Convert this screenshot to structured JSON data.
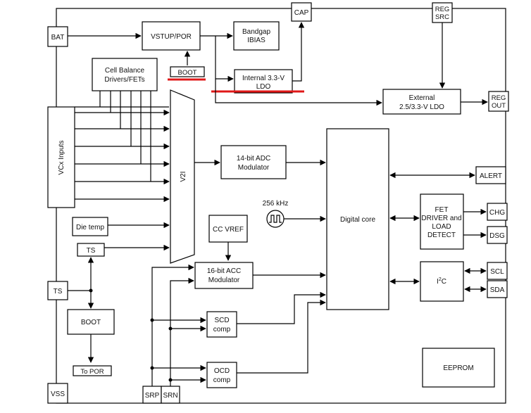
{
  "pins": {
    "bat": "BAT",
    "cap": "CAP",
    "reg_src_1": "REG",
    "reg_src_2": "SRC",
    "reg_out_1": "REG",
    "reg_out_2": "OUT",
    "alert": "ALERT",
    "chg": "CHG",
    "dsg": "DSG",
    "scl": "SCL",
    "sda": "SDA",
    "ts": "TS",
    "vss": "VSS",
    "srp": "SRP",
    "srn": "SRN"
  },
  "blocks": {
    "vstup_por": "VSTUP/POR",
    "boot_top": "BOOT",
    "bandgap_1": "Bandgap",
    "bandgap_2": "IBIAS",
    "internal_ldo_1": "Internal 3.3-V",
    "internal_ldo_2": "LDO",
    "external_ldo_1": "External",
    "external_ldo_2": "2.5/3.3-V LDO",
    "cell_balance_1": "Cell Balance",
    "cell_balance_2": "Drivers/FETs",
    "vcx_inputs": "VCx Inputs",
    "v2i": "V2I",
    "adc_1": "14-bit ADC",
    "adc_2": "Modulator",
    "digital_core": "Digital core",
    "clock": "256 kHz",
    "die_temp": "Die temp",
    "ts_inner": "TS",
    "cc_vref": "CC VREF",
    "acc_1": "16-bit ACC",
    "acc_2": "Modulator",
    "scd_1": "SCD",
    "scd_2": "comp",
    "ocd_1": "OCD",
    "ocd_2": "comp",
    "fet_1": "FET",
    "fet_2": "DRIVER and",
    "fet_3": "LOAD",
    "fet_4": "DETECT",
    "i2c_main": "I",
    "i2c_sup": "2",
    "i2c_end": "C",
    "boot_bottom": "BOOT",
    "to_por": "To POR",
    "eeprom": "EEPROM"
  },
  "highlight_color": "#e01818"
}
